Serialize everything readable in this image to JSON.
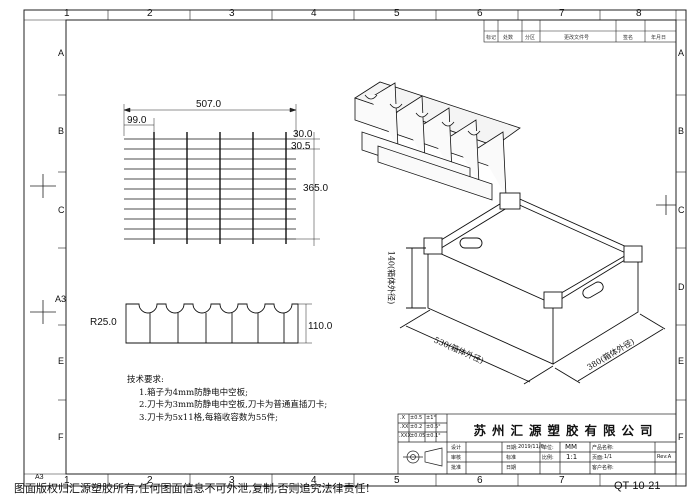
{
  "zones": {
    "top": [
      "1",
      "2",
      "3",
      "4",
      "5",
      "6",
      "7",
      "8"
    ],
    "side": [
      "A",
      "B",
      "C",
      "D",
      "E",
      "F"
    ],
    "side_left": [
      "A",
      "B",
      "C",
      "A3",
      "E",
      "F"
    ]
  },
  "revision_block": {
    "cells": [
      "标记",
      "处数",
      "分区",
      "更改文件号",
      "签名",
      "年月日"
    ]
  },
  "divider": {
    "width": "507.0",
    "offset": "99.0",
    "slot_width": "30.0",
    "slot_gap": "30.5",
    "height": "365.0",
    "radius": "R25.0",
    "slot_depth": "110.0"
  },
  "box": {
    "height_label": "140(箱体外径)",
    "length_label": "530(箱体外径)",
    "width_label": "380(箱体外径)"
  },
  "notes": {
    "title": "技术要求:",
    "items": [
      "1.箱子为4mm防静电中空板;",
      "2.刀卡为3mm防静电中空板,刀卡为普通直插刀卡;",
      "3.刀卡为5x11格,每箱收容数为55件;"
    ]
  },
  "title_block": {
    "tolerances": [
      {
        "key": ".X",
        "value": "±0.5",
        "angle": "±1°"
      },
      {
        "key": ".XX",
        "value": "±0.2",
        "angle": "±0.5°"
      },
      {
        "key": ".XXX",
        "value": "±0.05",
        "angle": "±0.1°"
      }
    ],
    "company": "苏州汇源塑胶有限公司",
    "row_labels": [
      "设计",
      "审核",
      "批准",
      "标准",
      "日期"
    ],
    "date_label": "日期:",
    "date_value": "2019/11/6",
    "unit_label": "单位:",
    "unit_value": "MM",
    "scale_label": "比例:",
    "scale_value": "1:1",
    "sheet_label": "页面:",
    "sheet_value": "1/1",
    "product_name_label": "产品名称:",
    "version_label": "Rev:A",
    "customer_label": "客户名称:"
  },
  "footer": {
    "copyright": "图面版权归汇源塑胶所有,任何图面信息不可外泄,复制,否则追究法律责任!",
    "drawing_no": "QT-10-21",
    "paper": "A3"
  }
}
